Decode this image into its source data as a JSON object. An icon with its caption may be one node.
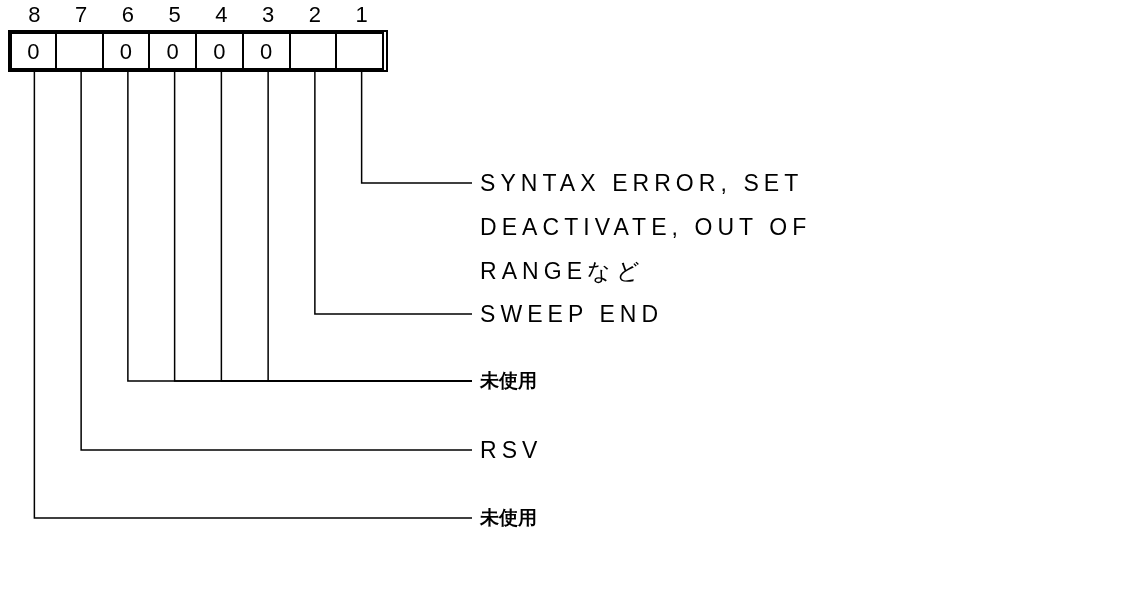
{
  "diagram": {
    "nodes": [
      {
        "text": [],
        "shape": "box"
      },
      {
        "text": [
          "0"
        ],
        "in": 0,
        "beside": [
          "8"
        ]
      },
      {
        "text": [],
        "shape": "box",
        "in": 0,
        "beside": [
          "7"
        ]
      },
      {
        "text": [
          "0"
        ],
        "in": 0,
        "beside": [
          "6"
        ]
      },
      {
        "text": [
          "0"
        ],
        "in": 0,
        "beside": [
          "5"
        ]
      },
      {
        "text": [
          "0"
        ],
        "in": 0,
        "beside": [
          "4"
        ]
      },
      {
        "text": [
          "0"
        ],
        "in": 0,
        "beside": [
          "3"
        ]
      },
      {
        "text": [],
        "shape": "box",
        "in": 0,
        "beside": [
          "2"
        ]
      },
      {
        "text": [],
        "shape": "box",
        "in": 0,
        "beside": [
          "1"
        ]
      },
      {
        "text": [
          "SYNTAX ERROR, SET DEACTIVATE, OUT OF RANGEなど"
        ]
      },
      {
        "text": [
          "SWEEP END"
        ]
      },
      {
        "text": [
          "未使用"
        ]
      },
      {
        "text": [
          "RSV"
        ]
      },
      {
        "text": [
          "未使用"
        ]
      }
    ],
    "edges": [
      {
        "from": 8,
        "to": 9,
        "arrow": "none"
      },
      {
        "from": 7,
        "to": 10,
        "arrow": "none"
      },
      {
        "from": 3,
        "to": 11,
        "arrow": "none"
      },
      {
        "from": 4,
        "to": 11,
        "arrow": "none"
      },
      {
        "from": 5,
        "to": 11,
        "arrow": "none"
      },
      {
        "from": 6,
        "to": 11,
        "arrow": "none"
      },
      {
        "from": 2,
        "to": 12,
        "arrow": "none"
      },
      {
        "from": 1,
        "to": 13,
        "arrow": "none"
      }
    ]
  }
}
